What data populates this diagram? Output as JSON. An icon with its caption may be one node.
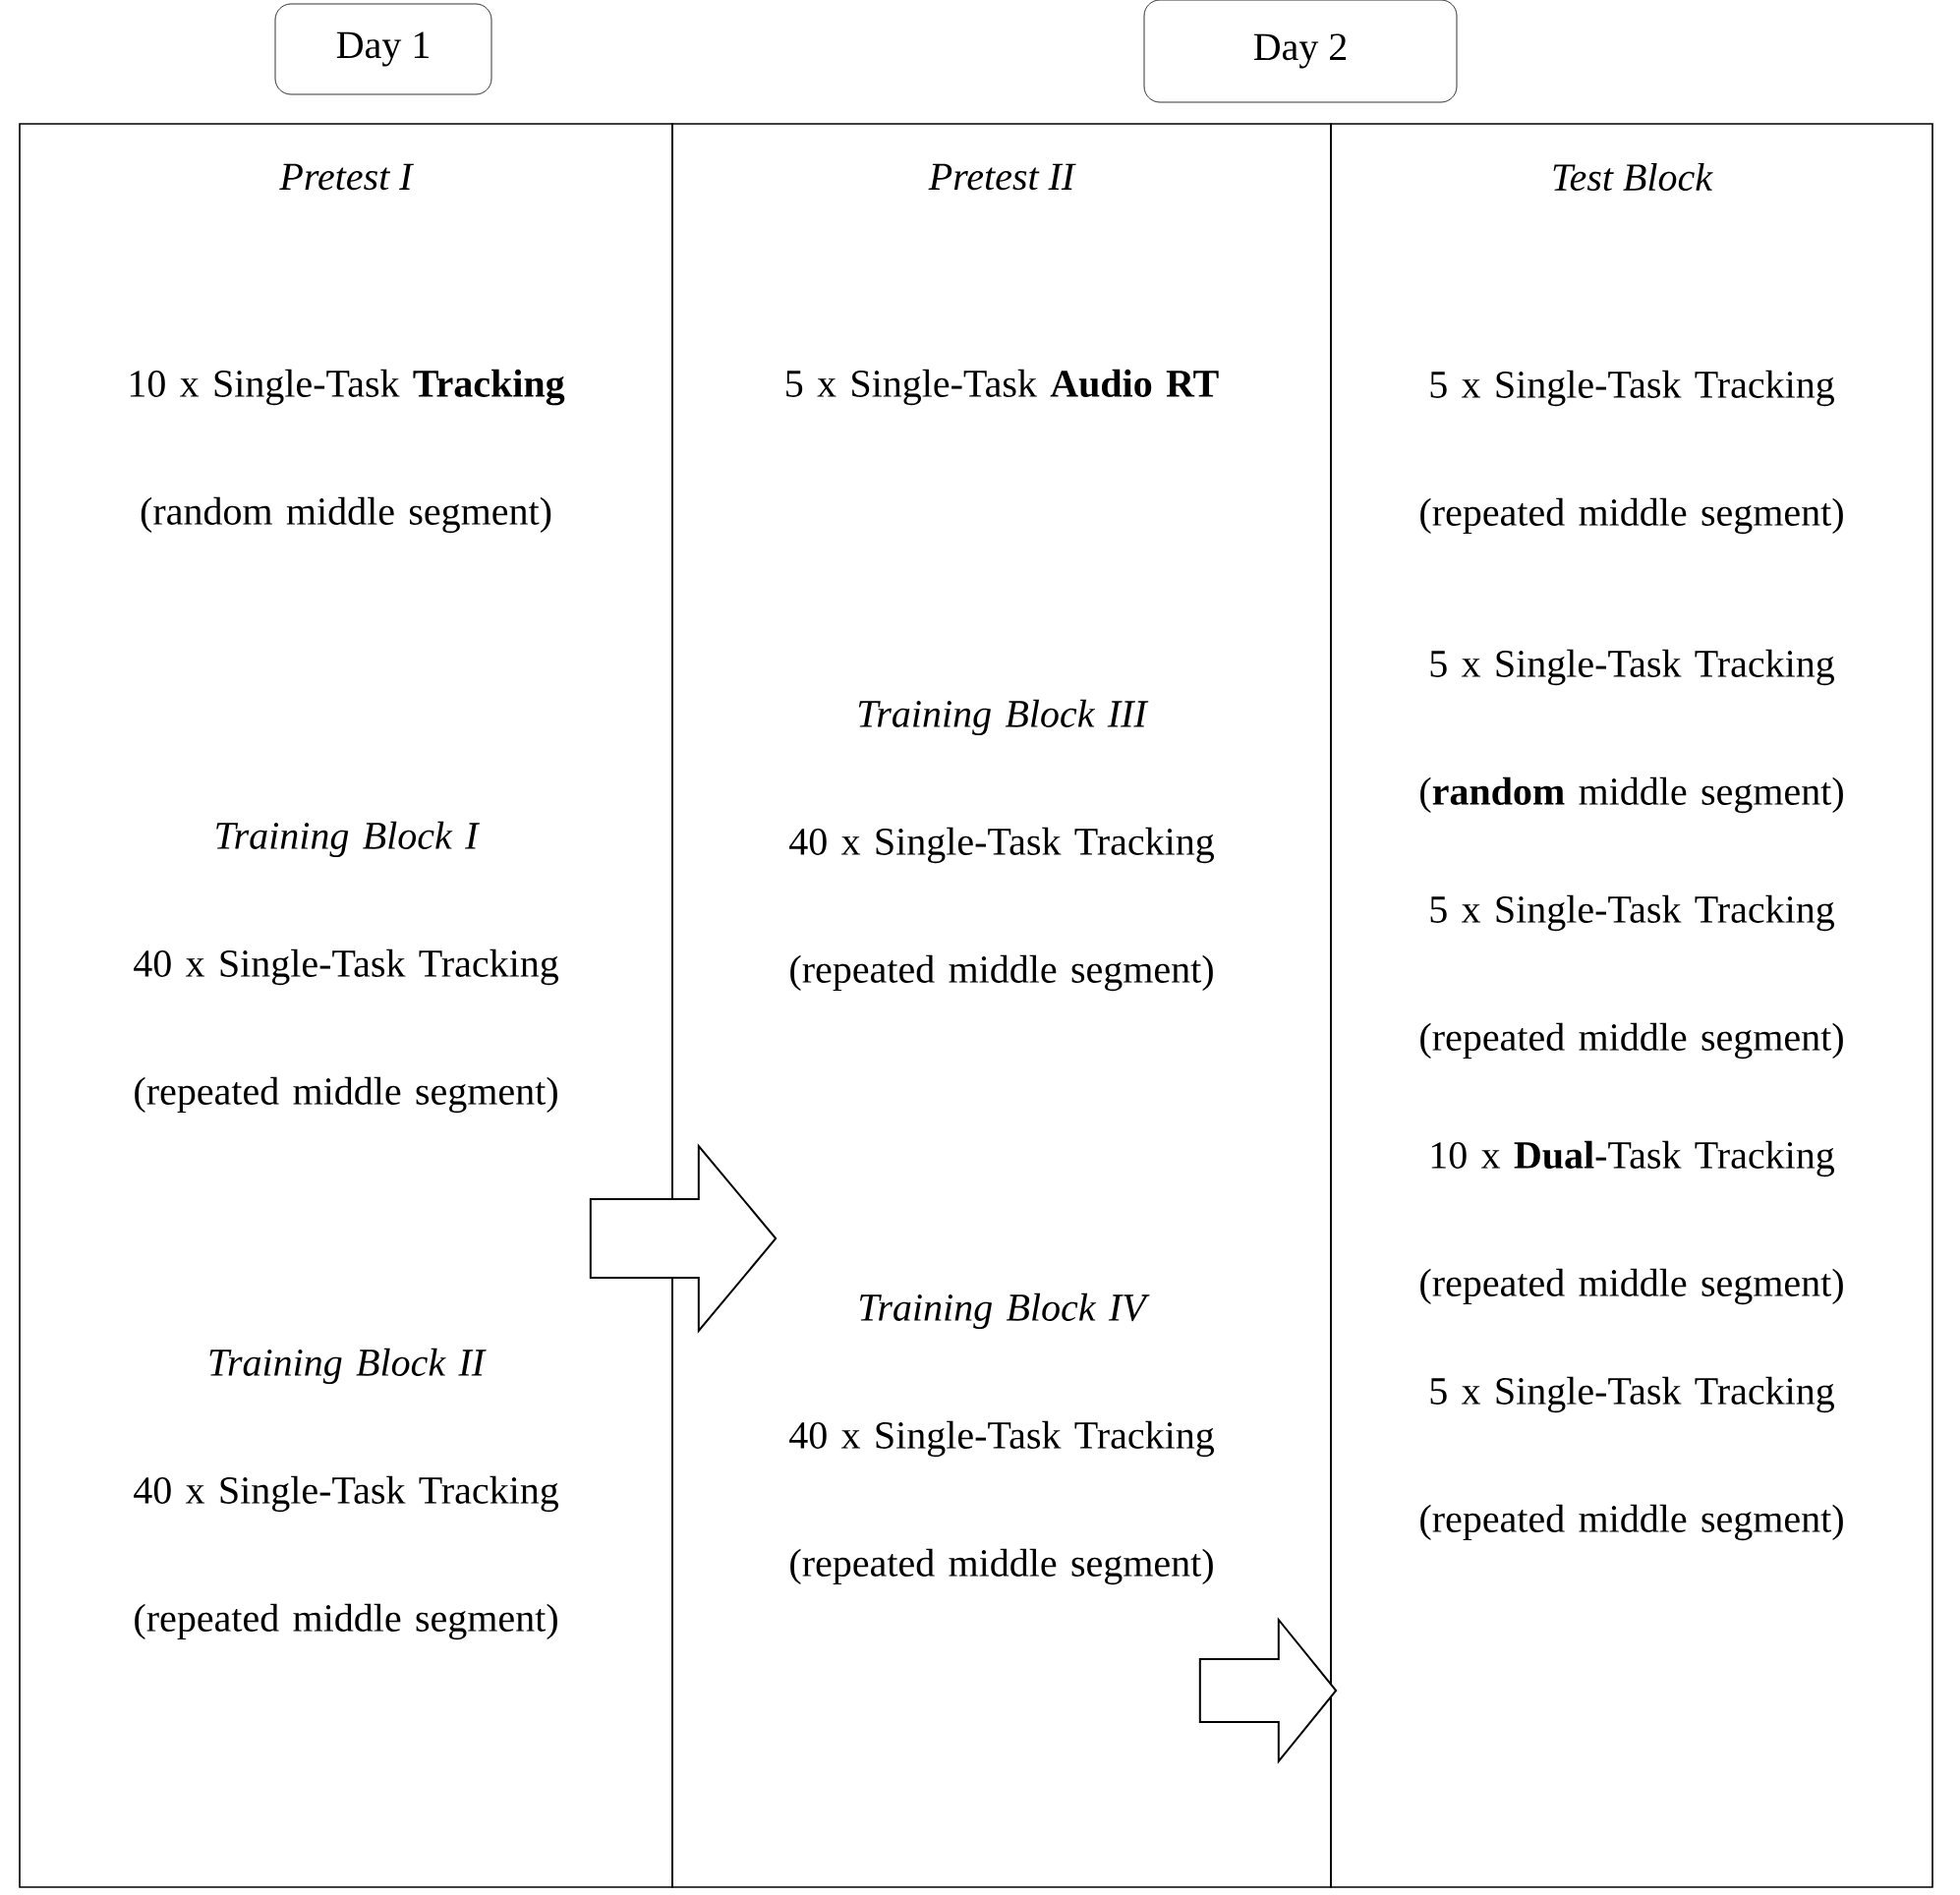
{
  "diagram": {
    "nodes": [
      {
        "text": [
          "Day 1"
        ]
      },
      {
        "text": [
          "Day 2"
        ]
      },
      {
        "text": [
          "Pretest I"
        ]
      },
      {
        "text": [
          "10 x Single-Task **Tracking** (random middle segment)"
        ],
        "in": 2
      },
      {
        "text": [
          "Training Block I",
          "40 x Single-Task Tracking (repeated middle segment)"
        ],
        "in": 2
      },
      {
        "text": [
          "Training Block II",
          "40 x Single-Task Tracking (repeated middle segment)"
        ],
        "in": 2
      },
      {
        "text": [
          "Pretest II"
        ]
      },
      {
        "text": [
          "5 x Single-Task **Audio RT**"
        ],
        "in": 6
      },
      {
        "text": [
          "Training Block III",
          "40 x Single-Task Tracking (repeated middle segment)"
        ],
        "in": 6
      },
      {
        "text": [
          "Training Block IV",
          "40 x Single-Task Tracking (repeated middle segment)"
        ],
        "in": 6
      },
      {
        "text": [
          "Test Block"
        ]
      },
      {
        "text": [
          "5 x Single-Task Tracking (repeated middle segment)"
        ],
        "in": 10
      },
      {
        "text": [
          "5 x Single-Task Tracking (**random** middle segment)"
        ],
        "in": 10
      },
      {
        "text": [
          "5 x Single-Task Tracking (repeated middle segment)"
        ],
        "in": 10
      },
      {
        "text": [
          "10 x **Dual**-Task Tracking (repeated middle segment)"
        ],
        "in": 10
      },
      {
        "text": [
          "5 x Single-Task Tracking (repeated middle segment)"
        ],
        "in": 10
      }
    ],
    "edges": [
      {
        "from": 2,
        "to": 6,
        "arrow": "to"
      },
      {
        "from": 6,
        "to": 10,
        "arrow": "to"
      }
    ]
  }
}
